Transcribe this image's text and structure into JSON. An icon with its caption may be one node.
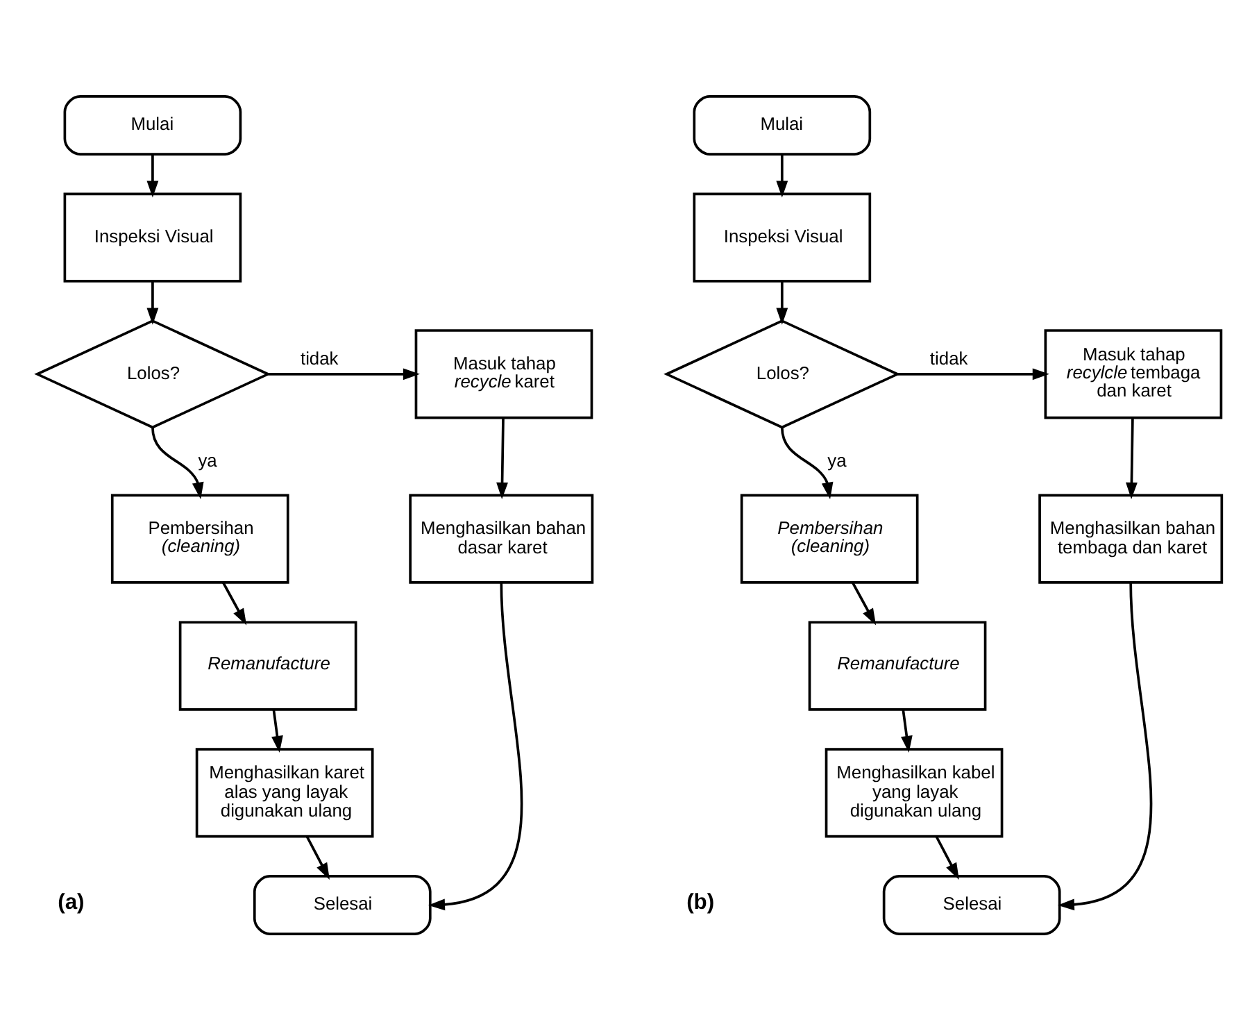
{
  "diagram": {
    "nodes": [
      {
        "text": [
          "Mulai"
        ]
      },
      {
        "text": [
          "Inspeksi Visual"
        ]
      },
      {
        "text": [
          "Lolos?"
        ]
      },
      {
        "text": [
          "Masuk tahap *recycle* karet"
        ]
      },
      {
        "text": [
          "Menghasilkan bahan dasar karet"
        ]
      },
      {
        "text": [
          "Pembersihan *(cleaning)*"
        ]
      },
      {
        "text": [
          "Remanufacture"
        ]
      },
      {
        "text": [
          "Menghasilkan karet alas yang layak digunakan ulang"
        ]
      },
      {
        "text": [
          "Selesai"
        ]
      },
      {
        "text": [
          "Mulai"
        ]
      },
      {
        "text": [
          "Inspeksi Visual"
        ]
      },
      {
        "text": [
          "Lolos?"
        ]
      },
      {
        "text": [
          "Masuk tahap *recylcle* tembaga dan karet"
        ]
      },
      {
        "text": [
          "Menghasilkan bahan tembaga dan karet"
        ]
      },
      {
        "text": [
          "Pembersihan (cleaning)"
        ]
      },
      {
        "text": [
          "Remanufacture"
        ]
      },
      {
        "text": [
          "Menghasilkan kabel yang layak digunakan ulang"
        ]
      },
      {
        "text": [
          "Selesai"
        ]
      }
    ],
    "edges": [
      {
        "from": 0,
        "to": 1,
        "arrow": "to"
      },
      {
        "from": 1,
        "to": 2,
        "arrow": "to"
      },
      {
        "from": 2,
        "to": 3,
        "arrow": "to",
        "label": "tidak"
      },
      {
        "from": 2,
        "to": 5,
        "arrow": "to",
        "label": "ya"
      },
      {
        "from": 3,
        "to": 4,
        "arrow": "to"
      },
      {
        "from": 5,
        "to": 6,
        "arrow": "to"
      },
      {
        "from": 6,
        "to": 7,
        "arrow": "to"
      },
      {
        "from": 7,
        "to": 8,
        "arrow": "to"
      },
      {
        "from": 4,
        "to": 8,
        "arrow": "to"
      },
      {
        "from": 9,
        "to": 10,
        "arrow": "to"
      },
      {
        "from": 10,
        "to": 11,
        "arrow": "to"
      },
      {
        "from": 11,
        "to": 12,
        "arrow": "to",
        "label": "tidak"
      },
      {
        "from": 11,
        "to": 14,
        "arrow": "to",
        "label": "ya"
      },
      {
        "from": 12,
        "to": 13,
        "arrow": "to"
      },
      {
        "from": 14,
        "to": 15,
        "arrow": "to"
      },
      {
        "from": 15,
        "to": 16,
        "arrow": "to"
      },
      {
        "from": 16,
        "to": 17,
        "arrow": "to"
      },
      {
        "from": 13,
        "to": 17,
        "arrow": "to"
      }
    ],
    "labels": [
      "(a)",
      "(b)"
    ]
  }
}
